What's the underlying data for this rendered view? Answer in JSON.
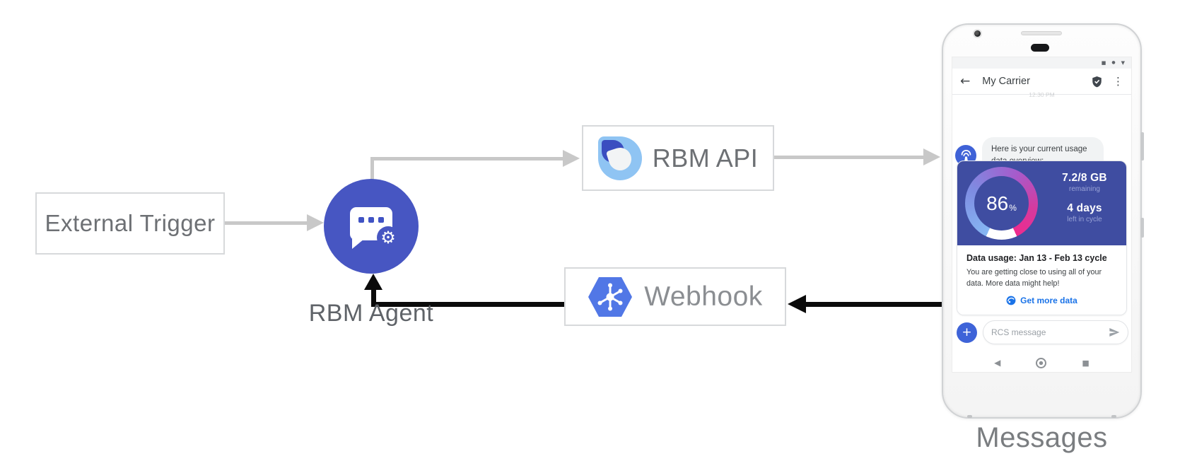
{
  "diagram": {
    "external_trigger": "External Trigger",
    "rbm_agent": "RBM Agent",
    "rbm_api": "RBM API",
    "webhook": "Webhook",
    "phone_caption": "Messages"
  },
  "phone": {
    "app_bar": {
      "title": "My Carrier"
    },
    "timestamp": "12:30 PM",
    "chat": {
      "agent_message": "Here is your current usage data overview:"
    },
    "card": {
      "percent_value": "86",
      "percent_unit": "%",
      "remaining_value": "7.2/8 GB",
      "remaining_label": "remaining",
      "days_value": "4 days",
      "days_label": "left in cycle",
      "usage_title": "Data usage: Jan 13 - Feb 13 cycle",
      "usage_body": "You are getting close to using all of your data. More data might help!",
      "action_label": "Get more data"
    },
    "compose": {
      "placeholder": "RCS message"
    }
  },
  "icons": {
    "back": "←",
    "menu": "⋮",
    "plus": "+",
    "gear": "⚙",
    "status_square": "■",
    "status_dot": "●",
    "status_tri": "▼",
    "nav_back": "◀",
    "nav_recents": "■"
  },
  "colors": {
    "agent_blue": "#4756c2",
    "card_blue": "#3f4da1",
    "webhook_blue": "#5177e6",
    "link_blue": "#1a73e8",
    "arrow_gray": "#c8c8c8",
    "arrow_black": "#0b0b0b"
  }
}
